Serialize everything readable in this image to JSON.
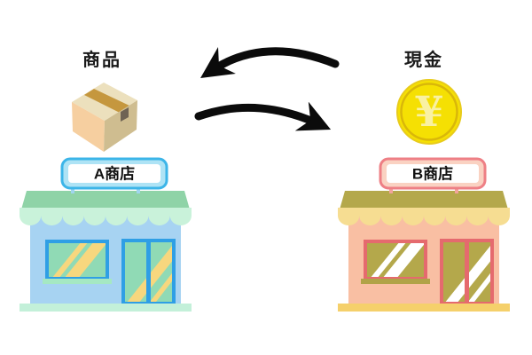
{
  "exchange": {
    "left": {
      "item_label": "商品",
      "shop_sign": "A商店"
    },
    "right": {
      "item_label": "現金",
      "coin_symbol": "¥",
      "shop_sign": "B商店"
    }
  },
  "arrows": {
    "top_direction": "right-to-left",
    "bottom_direction": "left-to-right"
  },
  "colors": {
    "background": "#ffffff",
    "arrow": "#0b0b0b",
    "label_text": "#1a1a1a",
    "sign_text": "#111111",
    "box": {
      "top": "#ece0bd",
      "left": "#f6cfa0",
      "right": "#cfbd90",
      "tape": "#c5973e",
      "tab": "#6f6354"
    },
    "coin": {
      "fill": "#f5e003",
      "edge": "#e8cb1c",
      "ring": "#d9b70a",
      "symbol": "#f9f1a2"
    },
    "shop_a": {
      "sign_bg": "#aee3f5",
      "sign_border": "#3cb5e8",
      "post": "#a0d5ef",
      "awning": "#8fd3a7",
      "scallop": "#c9f2da",
      "building": "#a7d3f2",
      "frame": "#2f9fe5",
      "glass": "#90dab5",
      "stripe": "#f7d77e",
      "sill": "#a5e8c3",
      "base": "#c3f0d9"
    },
    "shop_b": {
      "sign_bg": "#fad2c2",
      "sign_border": "#ee7f85",
      "post": "#f2a49c",
      "awning": "#b4a84b",
      "scallop": "#f6dd92",
      "building": "#f9bfa3",
      "frame": "#e56a6e",
      "glass": "#b4a84b",
      "stripe": "#ffffff",
      "sill": "#b0a348",
      "base": "#f5d06b"
    }
  }
}
